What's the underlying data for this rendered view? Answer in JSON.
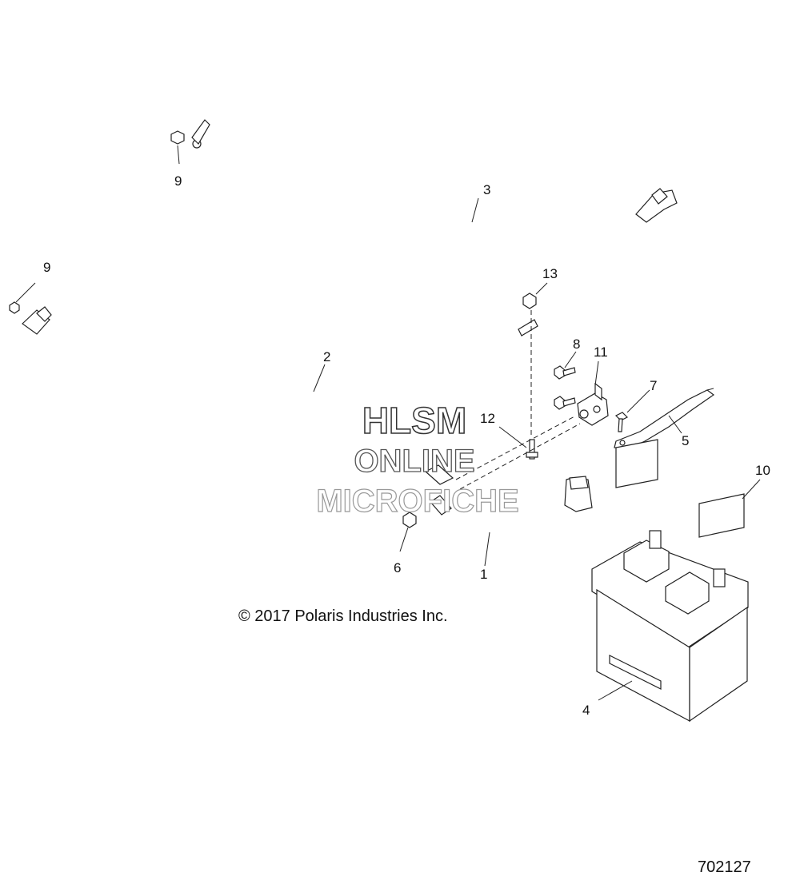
{
  "diagram": {
    "callouts": [
      {
        "id": "c9a",
        "label": "9"
      },
      {
        "id": "c9b",
        "label": "9"
      },
      {
        "id": "c3",
        "label": "3"
      },
      {
        "id": "c13",
        "label": "13"
      },
      {
        "id": "c2",
        "label": "2"
      },
      {
        "id": "c8",
        "label": "8"
      },
      {
        "id": "c11",
        "label": "11"
      },
      {
        "id": "c7",
        "label": "7"
      },
      {
        "id": "c12",
        "label": "12"
      },
      {
        "id": "c5",
        "label": "5"
      },
      {
        "id": "c10",
        "label": "10"
      },
      {
        "id": "c6",
        "label": "6"
      },
      {
        "id": "c1",
        "label": "1"
      },
      {
        "id": "c4",
        "label": "4"
      }
    ],
    "copyright": "© 2017 Polaris Industries Inc.",
    "figure_number": "702127",
    "watermark": {
      "line1": "HLSM",
      "line2": "ONLINE",
      "line3": "MICROFICHE"
    }
  }
}
